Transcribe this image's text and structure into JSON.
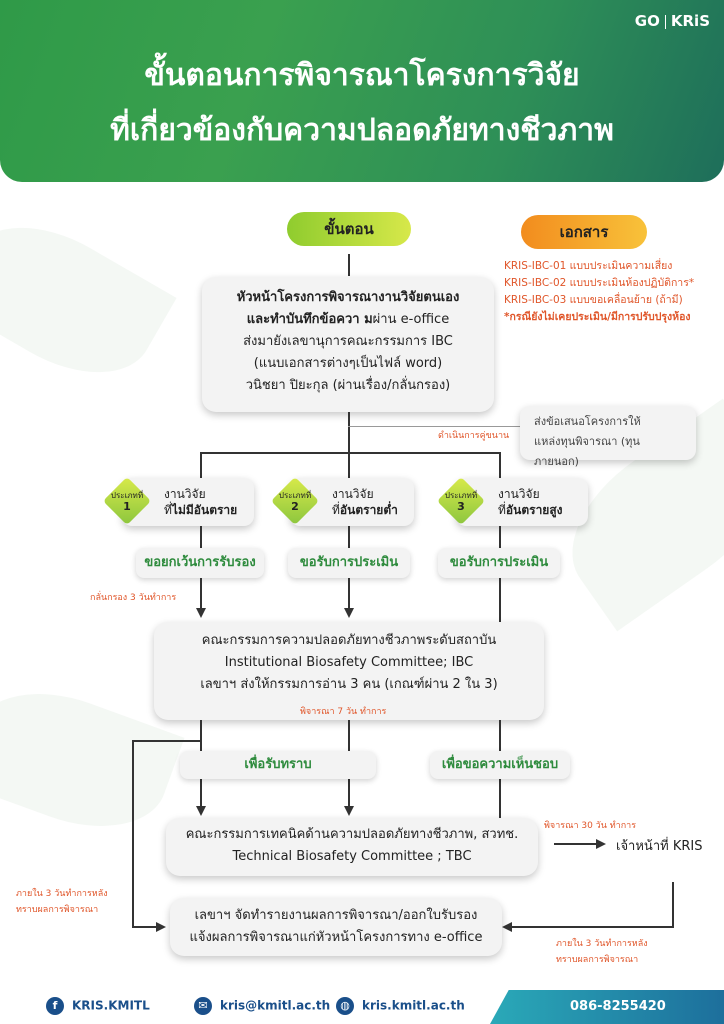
{
  "header": {
    "title_line1": "ขั้นตอนการพิจารณาโครงการวิจัย",
    "title_line2": "ที่เกี่ยวข้องกับความปลอดภัยทางชีวภาพ",
    "logo_left": "GO",
    "logo_right_k": "K",
    "logo_right_ris": "RiS"
  },
  "steps_label": "ขั้นตอน",
  "docs": {
    "label": "เอกสาร",
    "items": [
      "KRIS-IBC-01 แบบประเมินความเสี่ยง",
      "KRIS-IBC-02 แบบประเมินห้องปฏิบัติการ*",
      "KRIS-IBC-03 แบบขอเคลื่อนย้าย (ถ้ามี)"
    ],
    "note": "*กรณียังไม่เคยประเมิน/มีการปรับปรุงห้อง"
  },
  "step1": {
    "line1": "หัวหน้าโครงการพิจารณางานวิจัยตนเอง",
    "line2_bold": "และทำบันทึกข้อควา ม",
    "line2_rest": "ผ่าน e-office",
    "line3": "ส่งมายังเลขานุการคณะกรรมการ IBC",
    "line4": "(แนบเอกสารต่างๆเป็นไฟล์ word)",
    "line5": "วนิชยา ปิยะกุล (ผ่านเรื่อง/กลั่นกรอง)"
  },
  "parallel_note": "ดำเนินการคู่ขนาน",
  "side_box": {
    "line1": "ส่งข้อเสนอโครงการให้",
    "line2": "แหล่งทุนพิจารณา (ทุนภายนอก)"
  },
  "categories": [
    {
      "tag_line1": "ประเภทที่",
      "tag_num": "1",
      "line1": "งานวิจัย",
      "line2_prefix": "ที่",
      "line2_bold": "ไม่มีอันตราย",
      "action": "ขอยกเว้นการรับรอง"
    },
    {
      "tag_line1": "ประเภทที่",
      "tag_num": "2",
      "line1": "งานวิจัย",
      "line2_prefix": "ที่",
      "line2_bold": "อันตรายต่ำ",
      "action": "ขอรับการประเมิน"
    },
    {
      "tag_line1": "ประเภทที่",
      "tag_num": "3",
      "line1": "งานวิจัย",
      "line2_prefix": "ที่",
      "line2_bold": "อันตรายสูง",
      "action": "ขอรับการประเมิน"
    }
  ],
  "screen_note": "กลั่นกรอง 3 วันทำการ",
  "ibc": {
    "line1": "คณะกรรมการความปลอดภัยทางชีวภาพระดับสถาบัน",
    "line2": "Institutional Biosafety Committee; IBC",
    "line3": "เลขาฯ ส่งให้กรรมการอ่าน 3 คน (เกณฑ์ผ่าน 2 ใน 3)",
    "note": "พิจารณา 7 วัน ทำการ"
  },
  "outcome_ack": "เพื่อรับทราบ",
  "outcome_opinion": "เพื่อขอความเห็นชอบ",
  "tbc": {
    "line1": "คณะกรรมการเทคนิคด้านความปลอดภัยทางชีวภาพ, สวทช.",
    "line2": "Technical Biosafety Committee ; TBC",
    "note": "พิจารณา 30 วัน ทำการ"
  },
  "kris_officer": "เจ้าหน้าที่ KRIS",
  "left_note": {
    "line1": "ภายใน 3 วันทำการหลัง",
    "line2": "ทราบผลการพิจารณา"
  },
  "right_note": {
    "line1": "ภายใน 3 วันทำการหลัง",
    "line2": "ทราบผลการพิจารณา"
  },
  "final": {
    "line1": "เลขาฯ จัดทำรายงานผลการพิจารณา/ออกใบรับรอง",
    "line2": "แจ้งผลการพิจารณาแก่หัวหน้าโครงการทาง e-office"
  },
  "footer": {
    "facebook": "KRIS.KMITL",
    "email": "kris@kmitl.ac.th",
    "website": "kris.kmitl.ac.th",
    "phone": "086-8255420"
  },
  "colors": {
    "header_green": "#2f9a48",
    "accent_orange": "#e0562a",
    "footer_blue": "#1a4f8a"
  }
}
